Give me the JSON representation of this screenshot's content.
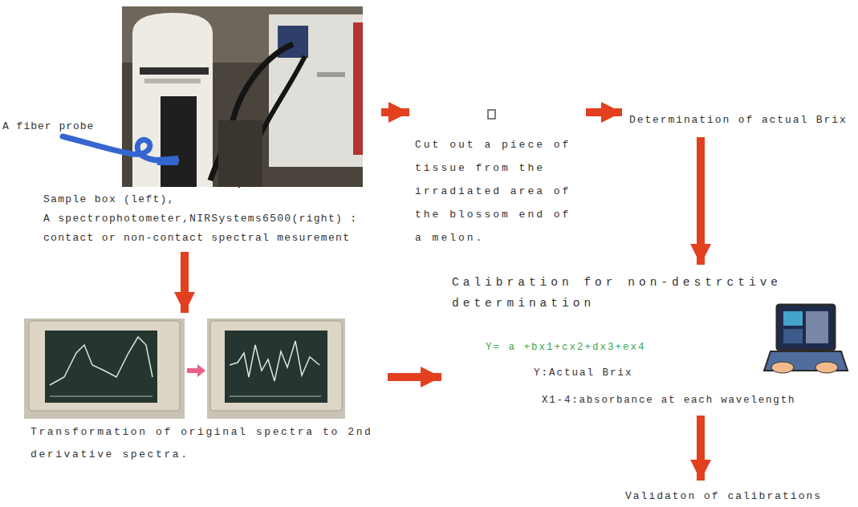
{
  "diagram": {
    "nodes": [
      {
        "text": [
          "Sample box (left),",
          "A spectrophotometer,NIRSystems6500(right) : contact or non-contact spectral mesurement"
        ]
      },
      {
        "text": [
          "Cut out a piece of tissue from the irradiated area of the blossom end of a melon."
        ]
      },
      {
        "text": [
          "Determination of actual Brix"
        ]
      },
      {
        "text": [
          "Calibration for non-destrctive determination",
          "Y= a +bx1+cx2+dx3+ex4",
          "Y:Actual Brix",
          "X1-4:absorbance at each wavelength"
        ]
      },
      {
        "text": [
          "Transformation of original spectra to 2nd derivative spectra."
        ]
      },
      {
        "text": [
          "Validaton of calibrations"
        ]
      }
    ],
    "edges": [
      {
        "from": 0,
        "to": 1,
        "arrow": "to"
      },
      {
        "from": 1,
        "to": 2,
        "arrow": "to"
      },
      {
        "from": 2,
        "to": 3,
        "arrow": "to"
      },
      {
        "from": 0,
        "to": 4,
        "arrow": "to"
      },
      {
        "from": 4,
        "to": 3,
        "arrow": "to"
      },
      {
        "from": 3,
        "to": 5,
        "arrow": "to"
      }
    ],
    "labels": [
      "A fiber probe"
    ]
  }
}
